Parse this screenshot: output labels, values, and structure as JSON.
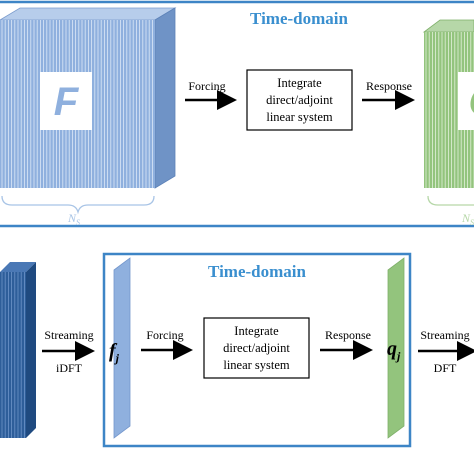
{
  "top_panel": {
    "title": "Time-domain",
    "forcing_matrix_label": "F",
    "response_matrix_label": "Q",
    "forcing_arrow_label": "Forcing",
    "system_box_text": [
      "Integrate",
      "direct/adjoint",
      "linear system"
    ],
    "response_arrow_label": "Response",
    "left_brace_label": "N",
    "left_brace_subscript": "S",
    "right_brace_label": "N",
    "right_brace_subscript": "S"
  },
  "bottom_panel": {
    "title": "Time-domain",
    "left_arrow_label": [
      "Streaming",
      "iDFT"
    ],
    "forcing_vector_label": "f",
    "forcing_vector_subscript": "j",
    "forcing_arrow_label": "Forcing",
    "system_box_text": [
      "Integrate",
      "direct/adjoint",
      "linear system"
    ],
    "response_arrow_label": "Response",
    "response_vector_label": "q",
    "response_vector_subscript": "j",
    "right_arrow_label": [
      "Streaming",
      "DFT"
    ]
  },
  "colors": {
    "panel_border": "#3d85c6",
    "title_blue": "#3a8fcf",
    "forcing_fill": "#8fb0de",
    "forcing_lines": "#dce8f7",
    "response_fill": "#93c47d",
    "response_lines": "#e3f1da",
    "dark_blue": "#2e5e9a",
    "brace_blue": "#a8c4e6",
    "brace_green": "#b6d7a8"
  }
}
